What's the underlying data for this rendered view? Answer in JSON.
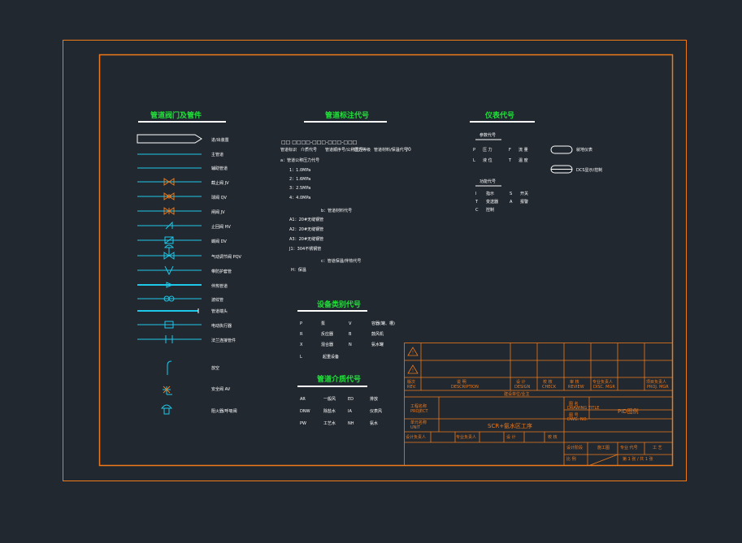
{
  "sections": {
    "valves_title": "管道阀门及管件",
    "line_no_title": "管道标注代号",
    "instrument_title": "仪表代号",
    "equipment_title": "设备类别代号",
    "medium_title": "管道介质代号"
  },
  "valve_legend": [
    "进/出装置",
    "主管道",
    "辅助管道",
    "截止阀 JV",
    "球阀 QV",
    "闸阀 JV",
    "止回阀 HV",
    "蝶阀 DV",
    "气动调节阀 PQV",
    "带防护套管",
    "伴热管道",
    "波纹管",
    "管道端头",
    "电动执行器",
    "法兰连接管件",
    "放空",
    "安全阀 AV",
    "阻火器/呼吸阀"
  ],
  "line_no": {
    "pattern": "□□ □□□□-□□□-□□□-□□□",
    "suffix": "/0",
    "field_labels": [
      "管道标识",
      "介质代号",
      "管道顺序号/公称直径",
      "压力等级",
      "管道材料/保温代号"
    ],
    "a_label": "a：管道公称压力代号",
    "pressures": [
      "1：1.0MPa",
      "2：1.6MPa",
      "3：2.5MPa",
      "4：4.0MPa"
    ],
    "b_label": "b：管道材料代号",
    "materials": [
      "A1：20#无缝钢管",
      "A2：20#无缝钢管",
      "A3：20#无缝钢管",
      "J1：304不锈钢管"
    ],
    "c_label": "c：管道保温/伴热代号",
    "h_label": "H：保温"
  },
  "instrument": {
    "measured_title": "参数代号",
    "measured": [
      {
        "code": "P",
        "name": "压 力",
        "code2": "F",
        "name2": "流 量"
      },
      {
        "code": "L",
        "name": "液 位",
        "code2": "T",
        "name2": "温 度"
      }
    ],
    "function_title": "功能代号",
    "functions": [
      {
        "code": "I",
        "name": "指示",
        "code2": "S",
        "name2": "开关"
      },
      {
        "code": "T",
        "name": "变送器",
        "code2": "A",
        "name2": "报警"
      },
      {
        "code": "C",
        "name": "控制",
        "code2": "",
        "name2": ""
      }
    ],
    "symbols": [
      "就地仪表",
      "DCS显示/控制"
    ]
  },
  "equipment": [
    {
      "code": "P",
      "name": "泵",
      "code2": "V",
      "name2": "容器(罐、槽)"
    },
    {
      "code": "R",
      "name": "反应器",
      "code2": "B",
      "name2": "鼓风机"
    },
    {
      "code": "X",
      "name": "混合器",
      "code2": "N",
      "name2": "氨水罐"
    },
    {
      "code": "L",
      "name": "起重设备",
      "code2": "",
      "name2": ""
    }
  ],
  "medium": [
    {
      "code": "AR",
      "name": "一般风",
      "code2": "ED",
      "name2": "排放"
    },
    {
      "code": "DNW",
      "name": "除盐水",
      "code2": "IA",
      "name2": "仪表风"
    },
    {
      "code": "PW",
      "name": "工艺水",
      "code2": "NH",
      "name2": "氨水"
    }
  ],
  "title_block": {
    "rev_headers": [
      "版次",
      "说 明",
      "设 计",
      "校 核",
      "审 核",
      "专业负责人",
      "项目负责人"
    ],
    "rev_sub": [
      "REV.",
      "DESCRIPTION",
      "DESIGN",
      "CHECK",
      "REVIEW",
      "DISC. MGR",
      "PROJ. MGR"
    ],
    "company_row": "建设单位/业主",
    "project_label": "工程名称",
    "project_sub": "PROJECT",
    "unit_label": "单元名称",
    "unit_sub": "UNIT",
    "drawing_label": "图 名",
    "drawing_sub": "DRAWING TITLE",
    "drawing_name": "PID图例",
    "unit_name": "SCR+氨水区工序",
    "drawing_no_label": "图 号",
    "drawing_no_sub": "DWG. NO.",
    "bottom_labels": [
      "设计负责人",
      "专业负责人",
      "设 计",
      "校 核"
    ],
    "stage_label": "设计阶段",
    "stage_value": "施工图",
    "discipline_label": "专业 代号",
    "discipline_value": "工 艺",
    "scale_label": "比 例",
    "sheet_label": "第 1 张 / 共 1 张"
  },
  "colors": {
    "background": "#212830",
    "border": "#f07a1a",
    "cyan": "#1ec8e8",
    "green": "#22e03a",
    "white": "#ffffff"
  }
}
